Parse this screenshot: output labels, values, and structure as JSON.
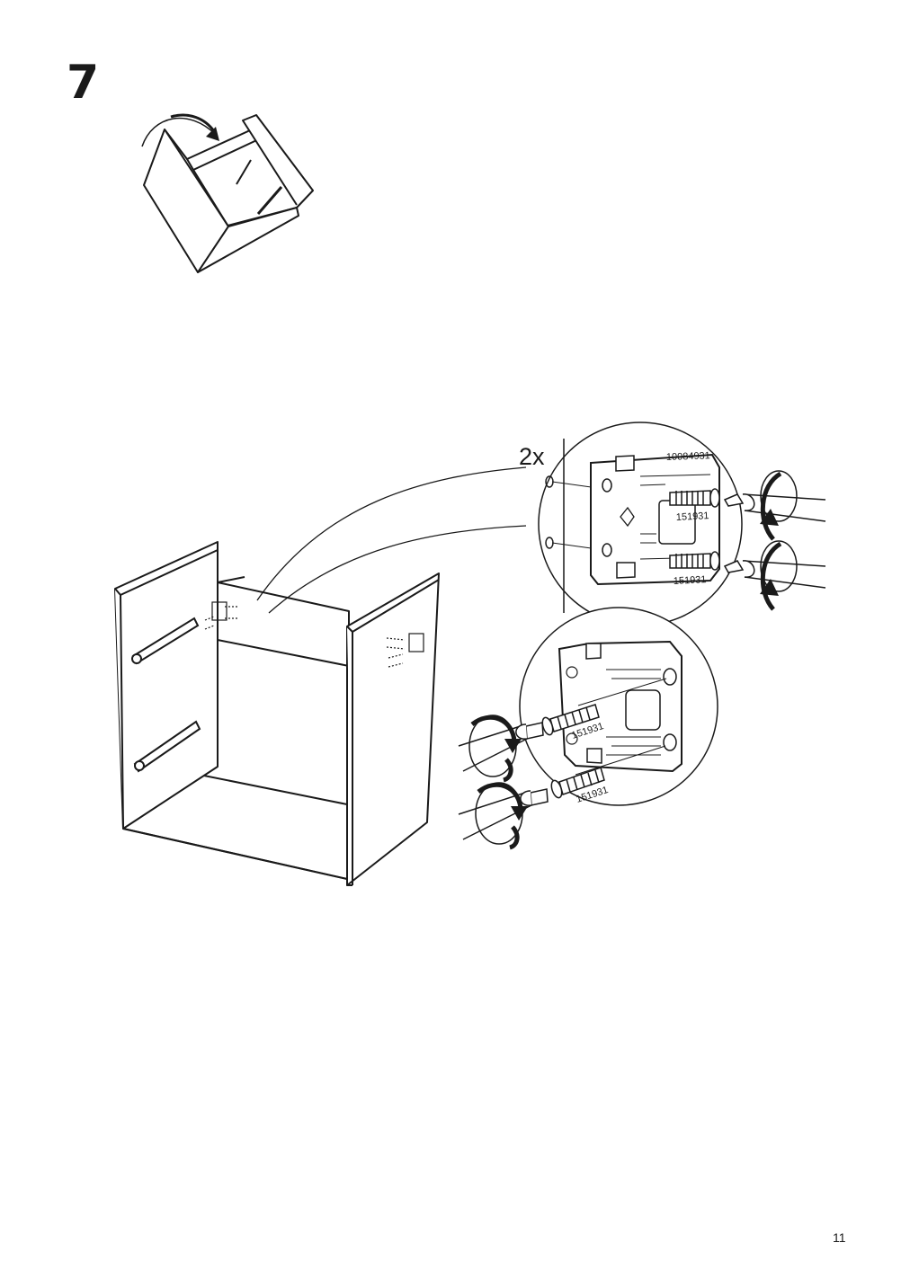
{
  "step": {
    "number": "7"
  },
  "detail_top": {
    "quantity": "2x",
    "bracket_part": "10084931",
    "screw_upper": "151931",
    "screw_lower": "151931"
  },
  "detail_bottom": {
    "screw_upper": "151931",
    "screw_lower": "151931"
  },
  "page": {
    "number": "11"
  },
  "icons": {
    "flip_arrow": "curved-arrow-icon",
    "screwdriver": "screwdriver-icon",
    "rotate_clockwise": "rotate-arrow-icon"
  },
  "colors": {
    "ink": "#1a1a1a",
    "paper": "#ffffff"
  }
}
